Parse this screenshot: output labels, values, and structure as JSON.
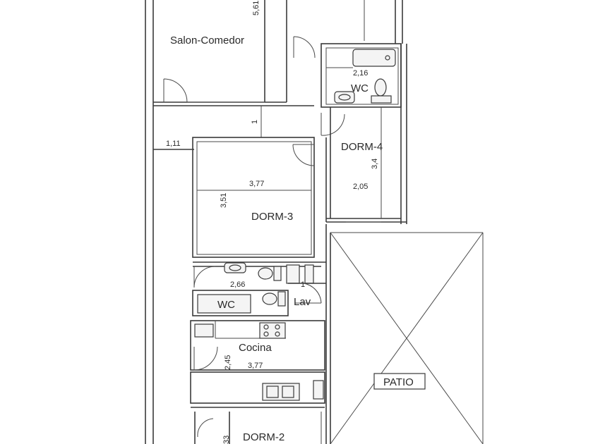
{
  "rooms": {
    "salon": "Salon-Comedor",
    "wc_upper": "WC",
    "dorm4": "DORM-4",
    "dorm3": "DORM-3",
    "wc_lower": "WC",
    "lav": "Lav",
    "cocina": "Cocina",
    "patio": "PATIO",
    "dorm2": "DORM-2"
  },
  "dimensions": {
    "salon_height": "5,61",
    "wc_upper_width": "2,16",
    "hall_corridor": "1",
    "corridor_width": "1,11",
    "dorm4_height": "3,4",
    "dorm4_width": "2,05",
    "dorm3_width": "3,77",
    "dorm3_height": "3,51",
    "bath_lower_width": "2,66",
    "lav_width": "1",
    "cocina_height": "2,45",
    "cocina_width": "3,77",
    "dorm2_height_partial": "33"
  },
  "colors": {
    "line": "#3a3a3a",
    "background": "#ffffff"
  }
}
